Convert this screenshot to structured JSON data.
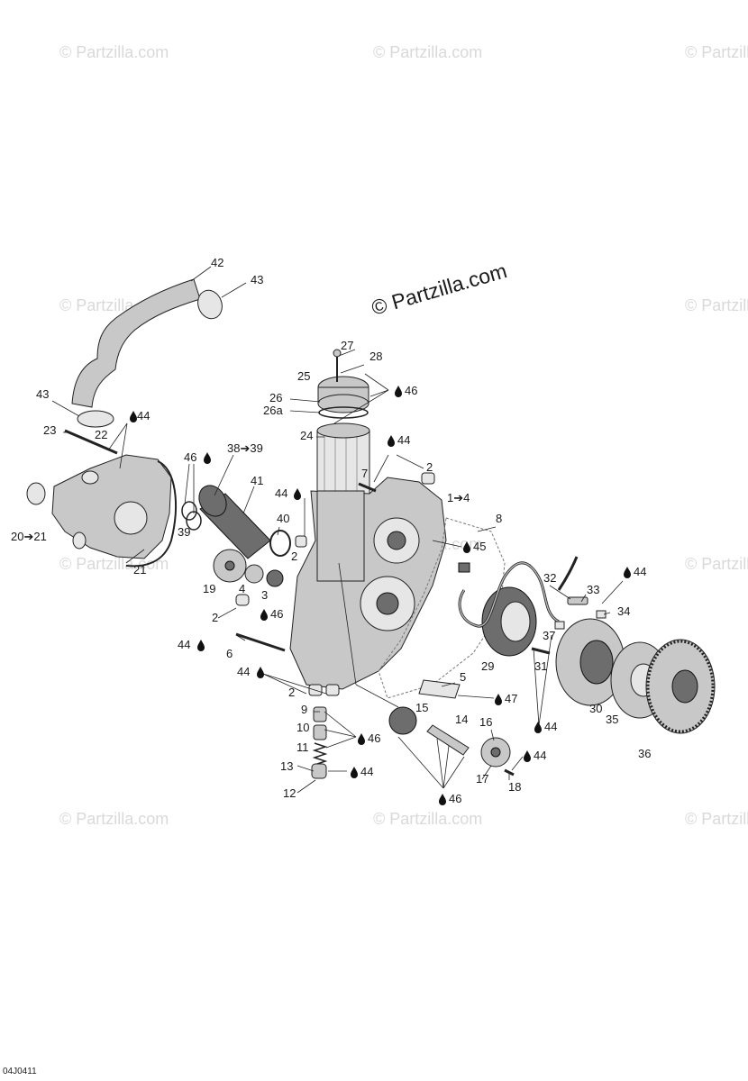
{
  "watermarks": {
    "main": "© Partzilla.com",
    "faint": "© Partzilla.com"
  },
  "figure_code": "04J0411",
  "callouts": {
    "c1to4": "1➔4",
    "c2": "2",
    "c3": "3",
    "c4": "4",
    "c5": "5",
    "c6": "6",
    "c7": "7",
    "c8": "8",
    "c9": "9",
    "c10": "10",
    "c11": "11",
    "c12": "12",
    "c13": "13",
    "c14": "14",
    "c15": "15",
    "c16": "16",
    "c17": "17",
    "c18": "18",
    "c19": "19",
    "c20to21": "20➔21",
    "c21": "21",
    "c22": "22",
    "c23": "23",
    "c24": "24",
    "c25": "25",
    "c26": "26",
    "c26a": "26a",
    "c27": "27",
    "c28": "28",
    "c29": "29",
    "c30": "30",
    "c31": "31",
    "c32": "32",
    "c33": "33",
    "c34": "34",
    "c35": "35",
    "c36": "36",
    "c37": "37",
    "c38to39": "38➔39",
    "c39": "39",
    "c40": "40",
    "c41": "41",
    "c42": "42",
    "c43": "43",
    "c44": "44",
    "c45": "45",
    "c46": "46",
    "c47": "47"
  },
  "colors": {
    "line": "#222222",
    "part_fill": "#c8c8c8",
    "part_dark": "#6d6d6d",
    "watermark": "#d9d9d9"
  },
  "icons": {
    "lubricant": "drop-icon"
  }
}
